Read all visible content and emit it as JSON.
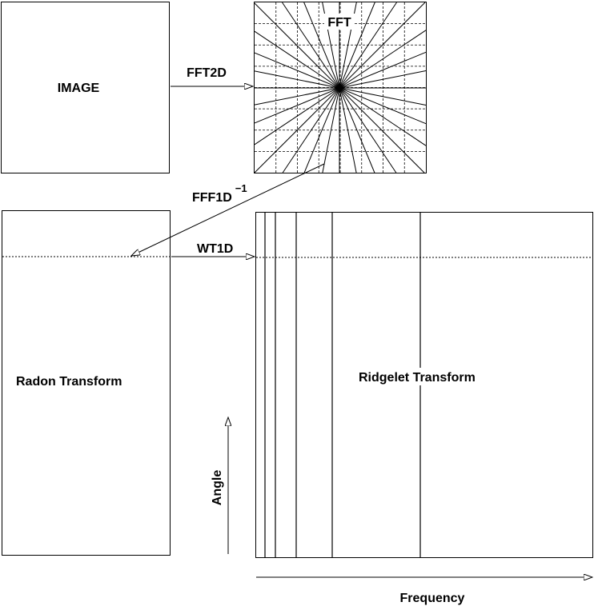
{
  "labels": {
    "image": "IMAGE",
    "fft_box": "FFT",
    "fft2d": "FFT2D",
    "fft1d_inv": "FFF1D",
    "fft1d_inv_sup": "−1",
    "wt1d": "WT1D",
    "radon": "Radon Transform",
    "ridgelet": "Ridgelet Transform",
    "angle": "Angle",
    "frequency": "Frequency"
  },
  "colors": {
    "stroke": "#000000",
    "background": "#ffffff"
  },
  "fft": {
    "num_radial_lines": 16
  }
}
